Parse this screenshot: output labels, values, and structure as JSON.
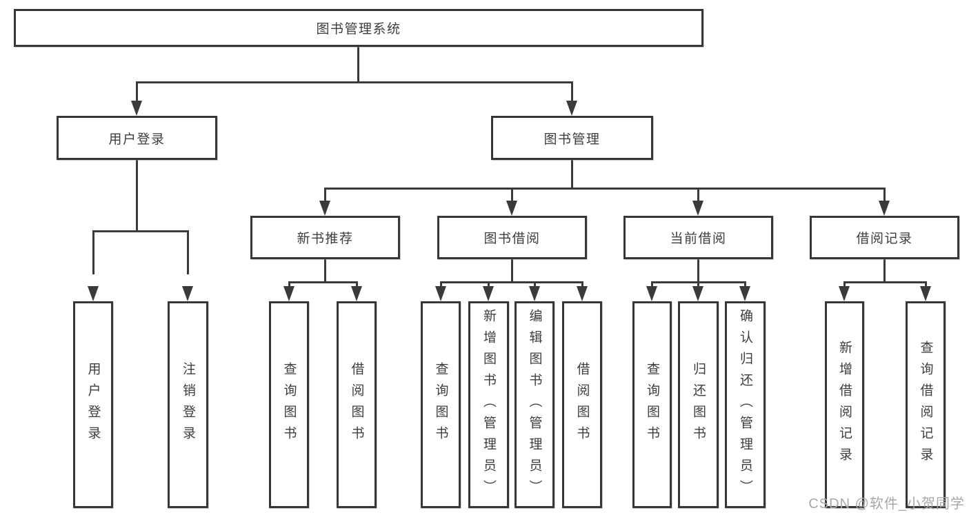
{
  "nodes": {
    "root": "图书管理系统",
    "user_login": "用户登录",
    "book_mgmt": "图书管理",
    "new_books": "新书推荐",
    "book_borrow": "图书借阅",
    "current_borrow": "当前借阅",
    "borrow_records": "借阅记录",
    "leaf_user_login": "用户登录",
    "leaf_logout": "注销登录",
    "leaf_nb_query": "查询图书",
    "leaf_nb_borrow": "借阅图书",
    "leaf_bb_query": "查询图书",
    "leaf_bb_add": "新增图书（管理员）",
    "leaf_bb_edit": "编辑图书（管理员）",
    "leaf_bb_borrow": "借阅图书",
    "leaf_cb_query": "查询图书",
    "leaf_cb_return": "归还图书",
    "leaf_cb_confirm": "确认归还（管理员）",
    "leaf_br_add": "新增借阅记录",
    "leaf_br_query": "查询借阅记录"
  },
  "watermark": "CSDN @软件_小贺同学",
  "colors": {
    "line": "#3a3a3a",
    "border": "#373737",
    "text": "#3d3d3d",
    "background": "#ffffff",
    "watermark": "#a8a8a8"
  }
}
